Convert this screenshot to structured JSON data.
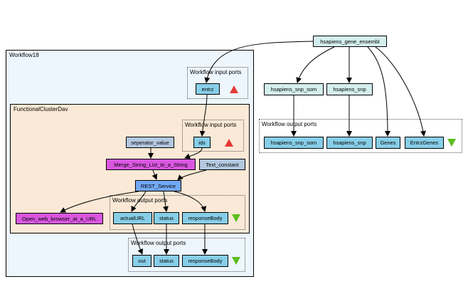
{
  "colors": {
    "port": "#87cee8",
    "beanshell": "#d957e0",
    "constant": "#b3c8e0",
    "service": "#73a8f5",
    "ensembl_node": "#d4eeee",
    "input_triangle": "#e53935",
    "output_triangle": "#5bbd1e",
    "workflow_bg": "#eef6fd",
    "nested_bg": "#fae9d6"
  },
  "outer_workflow": {
    "title": "Workflow18",
    "input_ports": {
      "title": "Workflow input ports",
      "ports": [
        "entrz"
      ]
    },
    "output_ports": {
      "title": "Workflow output ports",
      "ports": [
        "out",
        "status",
        "responseBody"
      ]
    }
  },
  "nested_workflow": {
    "title": "FunctionalClusterDav",
    "input_ports": {
      "title": "Workflow input ports",
      "ports": [
        "ids"
      ]
    },
    "processors": {
      "separator": "seperator_value",
      "merge": "Merge_String_List_to_a_String",
      "text_constant": "Text_constant",
      "rest": "REST_Service",
      "browser": "Open_web_browser_at_a_URL"
    },
    "output_ports": {
      "title": "Workflow output ports",
      "ports": [
        "actualURL",
        "status",
        "responseBody"
      ]
    }
  },
  "right_side": {
    "source": "hsapiens_gene_ensembl",
    "processors": [
      "hsapiens_snp_som",
      "hsapiens_snp"
    ],
    "output_ports": {
      "title": "Workflow output ports",
      "ports": [
        "hsapiens_snp_som",
        "hsapiens_snp",
        "Genes",
        "EntrzGenes"
      ]
    }
  },
  "edges": [
    [
      "hsapiens_gene_ensembl",
      "entrz"
    ],
    [
      "hsapiens_gene_ensembl",
      "hsapiens_snp_som"
    ],
    [
      "hsapiens_gene_ensembl",
      "hsapiens_snp"
    ],
    [
      "hsapiens_gene_ensembl",
      "Genes"
    ],
    [
      "hsapiens_gene_ensembl",
      "EntrzGenes"
    ],
    [
      "hsapiens_snp_som",
      "out:hsapiens_snp_som"
    ],
    [
      "hsapiens_snp",
      "out:hsapiens_snp"
    ],
    [
      "entrz",
      "ids"
    ],
    [
      "ids",
      "Merge_String_List_to_a_String"
    ],
    [
      "seperator_value",
      "Merge_String_List_to_a_String"
    ],
    [
      "Merge_String_List_to_a_String",
      "REST_Service"
    ],
    [
      "Text_constant",
      "REST_Service"
    ],
    [
      "REST_Service",
      "Open_web_browser_at_a_URL"
    ],
    [
      "REST_Service",
      "actualURL"
    ],
    [
      "REST_Service",
      "status"
    ],
    [
      "REST_Service",
      "responseBody"
    ],
    [
      "actualURL",
      "out"
    ],
    [
      "status",
      "status:outer"
    ],
    [
      "responseBody",
      "responseBody:outer"
    ]
  ]
}
